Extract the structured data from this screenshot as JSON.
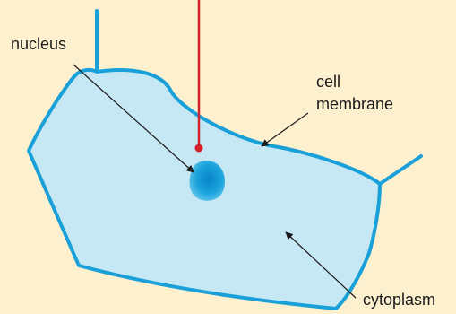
{
  "labels": {
    "nucleus": "nucleus",
    "cell_membrane_line1": "cell",
    "cell_membrane_line2": "membrane",
    "cytoplasm": "cytoplasm"
  },
  "colors": {
    "background": "#fdf0cf",
    "membrane": "#1aa0d8",
    "cytoplasm": "#c6e8f4",
    "nucleus": "#1aa3dc",
    "probe": "#d0242a",
    "pointer": "#1a1a1a"
  }
}
